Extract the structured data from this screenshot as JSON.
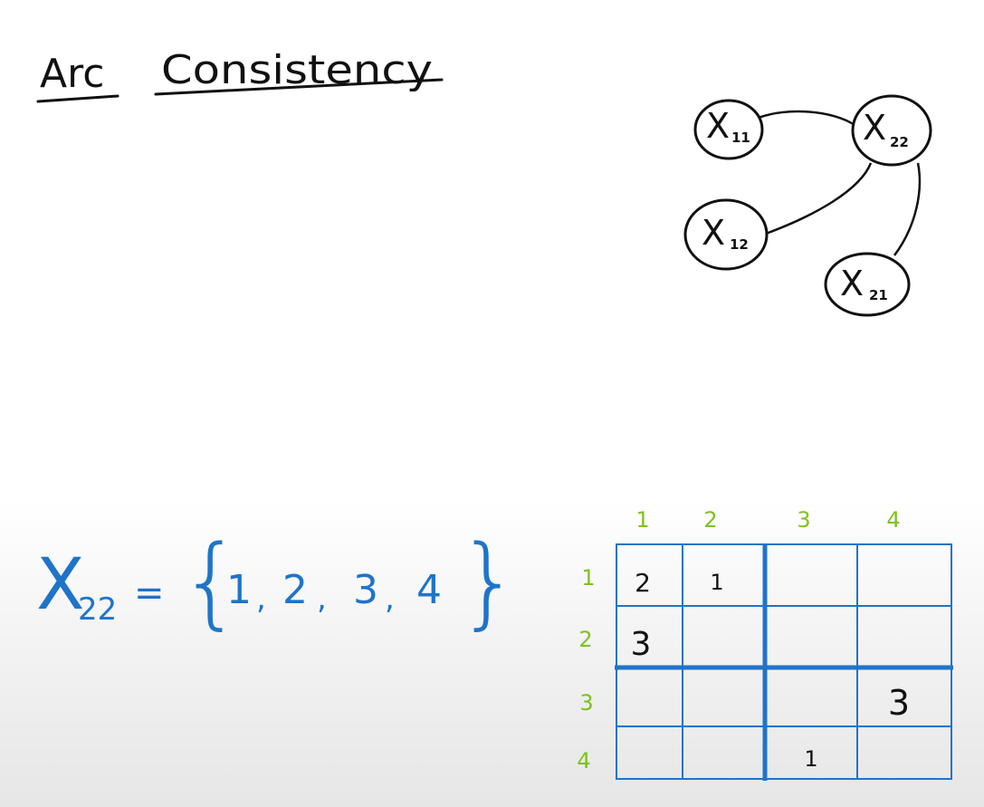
{
  "title": {
    "word1": "Arc",
    "word2": "Consistency"
  },
  "graph": {
    "nodes": [
      {
        "id": "x11",
        "letter": "X",
        "sub": "11"
      },
      {
        "id": "x22",
        "letter": "X",
        "sub": "22"
      },
      {
        "id": "x12",
        "letter": "X",
        "sub": "12"
      },
      {
        "id": "x21",
        "letter": "X",
        "sub": "21"
      }
    ],
    "edges": [
      [
        "x11",
        "x22"
      ],
      [
        "x12",
        "x22"
      ],
      [
        "x21",
        "x22"
      ]
    ]
  },
  "domain": {
    "variable": "X",
    "subscript": "22",
    "equals": "=",
    "open_brace": "{",
    "close_brace": "}",
    "values": [
      "1",
      "2",
      "3",
      "4"
    ],
    "separator": ","
  },
  "grid": {
    "col_labels": [
      "1",
      "2",
      "3",
      "4"
    ],
    "row_labels": [
      "1",
      "2",
      "3",
      "4"
    ],
    "cells": [
      [
        "2",
        "1",
        "",
        ""
      ],
      [
        "3",
        "",
        "",
        ""
      ],
      [
        "",
        "",
        "",
        "3"
      ],
      [
        "",
        "",
        "1",
        ""
      ]
    ]
  },
  "colors": {
    "ink": "#111111",
    "blue": "#1f74c9",
    "green": "#7cc21f"
  }
}
